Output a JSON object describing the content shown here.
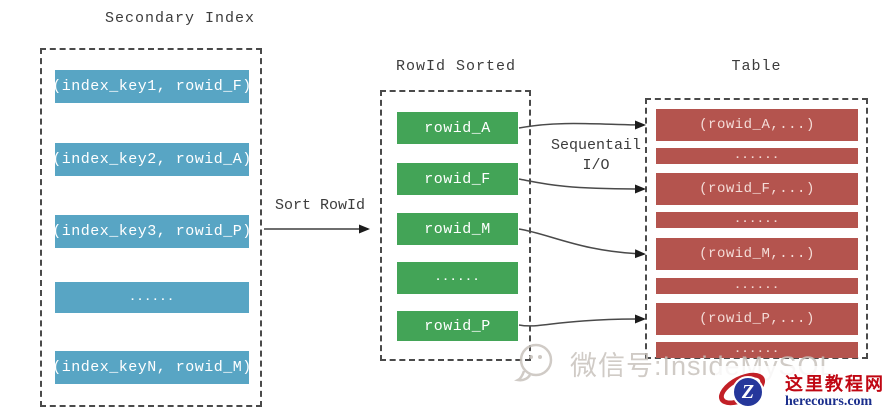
{
  "columns": {
    "secondary_index": {
      "title": "Secondary Index",
      "items": [
        {
          "label": "(index_key1, rowid_F)"
        },
        {
          "label": "(index_key2, rowid_A)"
        },
        {
          "label": "(index_key3, rowid_P)"
        },
        {
          "label": "......"
        },
        {
          "label": "(index_keyN, rowid_M)"
        }
      ]
    },
    "rowid_sorted": {
      "title": "RowId Sorted",
      "items": [
        {
          "label": "rowid_A"
        },
        {
          "label": "rowid_F"
        },
        {
          "label": "rowid_M"
        },
        {
          "label": "......"
        },
        {
          "label": "rowid_P"
        }
      ]
    },
    "table": {
      "title": "Table",
      "items": [
        {
          "label": "(rowid_A,...)"
        },
        {
          "label": "......"
        },
        {
          "label": "(rowid_F,...)"
        },
        {
          "label": "......"
        },
        {
          "label": "(rowid_M,...)"
        },
        {
          "label": "......"
        },
        {
          "label": "(rowid_P,...)"
        },
        {
          "label": "......"
        }
      ]
    }
  },
  "labels": {
    "sort_rowid": "Sort RowId",
    "sequential_io_line1": "Sequentail",
    "sequential_io_line2": "I/O"
  },
  "watermark": {
    "text": "微信号:InsideMySQL"
  },
  "logo": {
    "letter": "Z",
    "brand": "这里教程网",
    "domain": "herecours.com"
  },
  "colors": {
    "index_box": "#58A5C4",
    "sorted_box": "#43A457",
    "table_box": "#B4544E",
    "logo_red": "#C22027",
    "logo_blue": "#25379B"
  }
}
